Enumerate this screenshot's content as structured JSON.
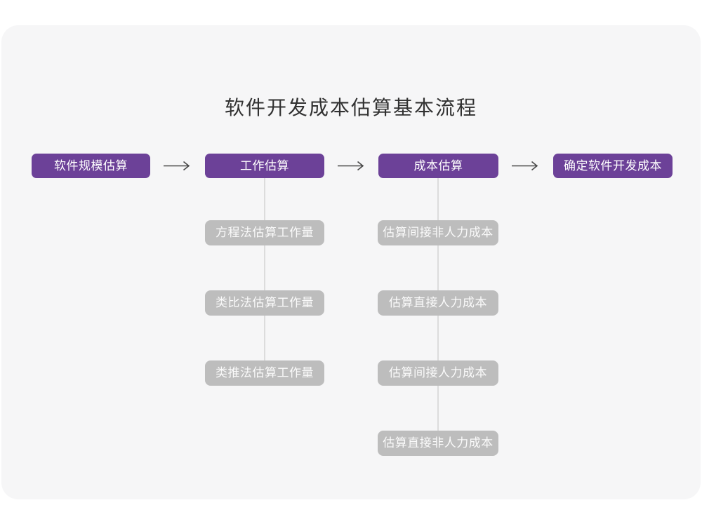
{
  "title": "软件开发成本估算基本流程",
  "colors": {
    "page_bg": "#FFFFFF",
    "card_bg": "#F6F6F7",
    "primary_node": "#6C4198",
    "secondary_node": "#BDBDBD",
    "node_text": "#FFFFFF",
    "title_text": "#313131",
    "arrow": "#474747",
    "connector_line": "#DCDCDC"
  },
  "flow": {
    "main_steps": [
      {
        "label": "软件规模估算"
      },
      {
        "label": "工作估算"
      },
      {
        "label": "成本估算"
      },
      {
        "label": "确定软件开发成本"
      }
    ],
    "work_estimation_methods": [
      "方程法估算工作量",
      "类比法估算工作量",
      "类推法估算工作量"
    ],
    "cost_estimation_steps": [
      "估算间接非人力成本",
      "估算直接人力成本",
      "估算间接人力成本",
      "估算直接非人力成本"
    ]
  }
}
